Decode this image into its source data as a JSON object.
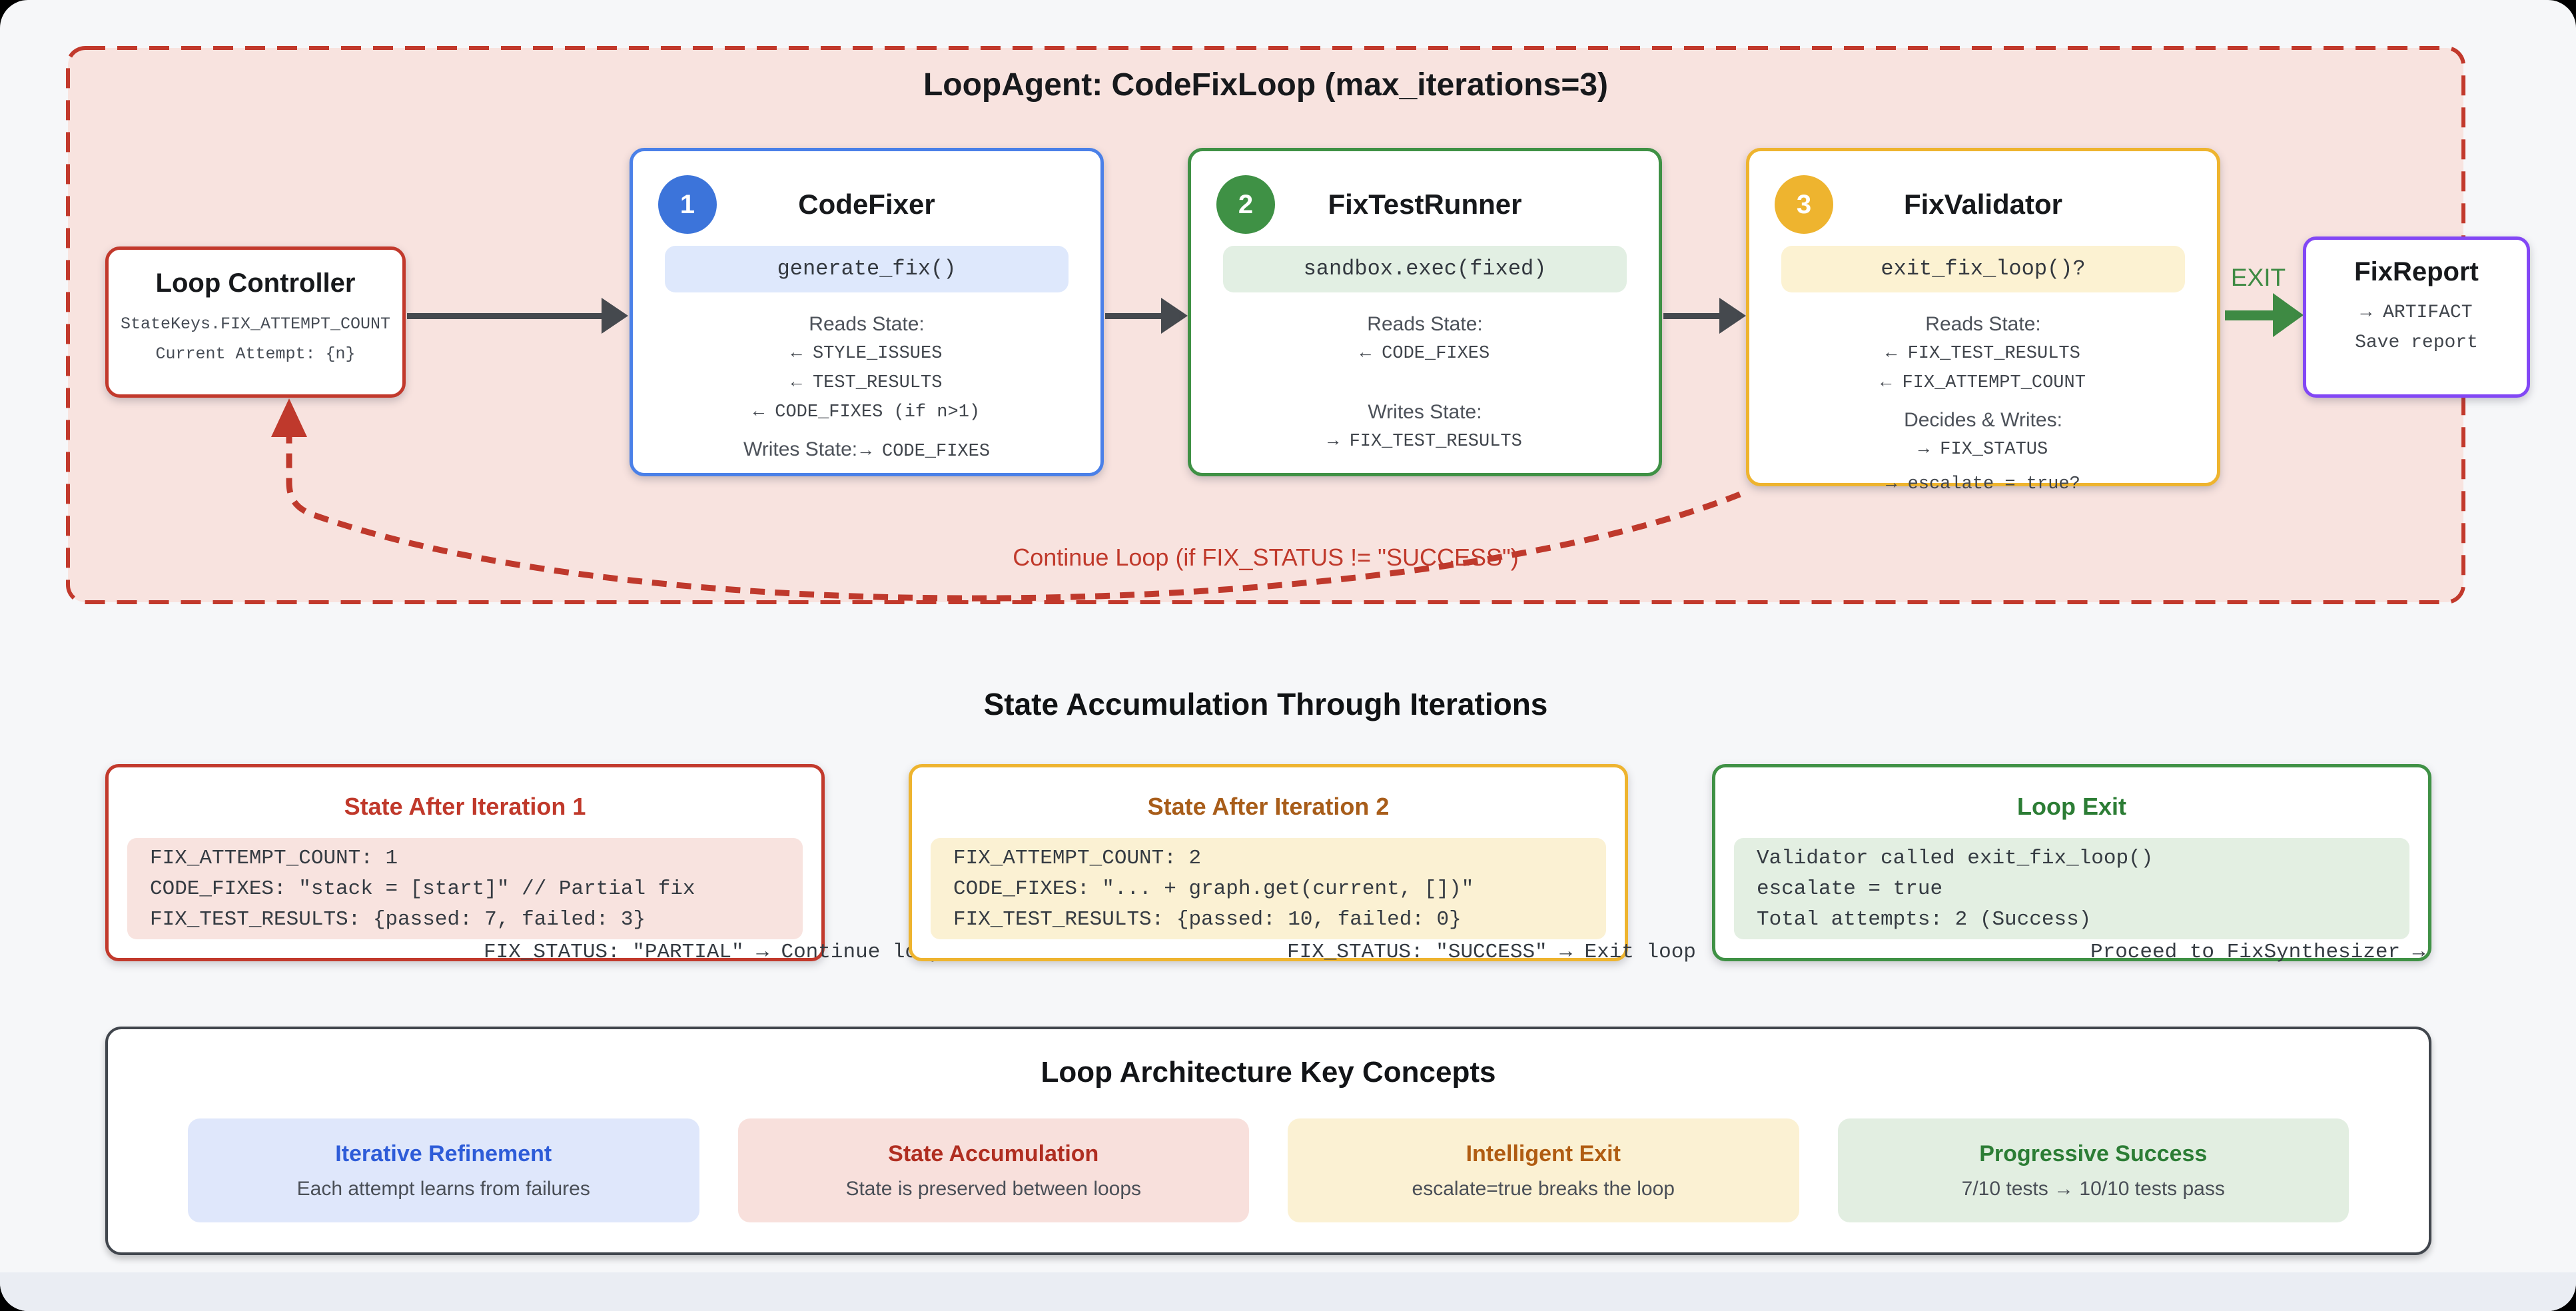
{
  "loop": {
    "title": "LoopAgent: CodeFixLoop (max_iterations=3)",
    "continue_label": "Continue Loop (if FIX_STATUS != \"SUCCESS\")",
    "exit_label": "EXIT",
    "colors": {
      "border": "#c2392c",
      "background": "#f8e3df"
    }
  },
  "loop_controller": {
    "title": "Loop Controller",
    "lines": [
      "StateKeys.FIX_ATTEMPT_COUNT",
      "Current Attempt: {n}"
    ]
  },
  "agents": [
    {
      "number": "1",
      "name": "CodeFixer",
      "method": "generate_fix()",
      "reads_heading": "Reads State:",
      "reads": [
        "← STYLE_ISSUES",
        "← TEST_RESULTS",
        "← CODE_FIXES (if n>1)"
      ],
      "writes_heading": "Writes State:",
      "writes_inline": "→ CODE_FIXES",
      "accent": "#4a80e8"
    },
    {
      "number": "2",
      "name": "FixTestRunner",
      "method": "sandbox.exec(fixed)",
      "reads_heading": "Reads State:",
      "reads": [
        "← CODE_FIXES"
      ],
      "writes_heading": "Writes State:",
      "writes": [
        "→ FIX_TEST_RESULTS"
      ],
      "accent": "#3f9145"
    },
    {
      "number": "3",
      "name": "FixValidator",
      "method": "exit_fix_loop()?",
      "reads_heading": "Reads State:",
      "reads": [
        "← FIX_TEST_RESULTS",
        "← FIX_ATTEMPT_COUNT"
      ],
      "writes_heading": "Decides & Writes:",
      "writes": [
        "→ FIX_STATUS",
        "→ escalate = true?"
      ],
      "accent": "#eeb42f"
    }
  ],
  "fix_report": {
    "title": "FixReport",
    "lines": [
      "→ ARTIFACT",
      "Save report"
    ]
  },
  "state_section": {
    "heading": "State Accumulation Through Iterations",
    "cards": [
      {
        "title": "State After Iteration 1",
        "code": [
          "FIX_ATTEMPT_COUNT: 1",
          "CODE_FIXES: \"stack = [start]\" // Partial fix",
          "FIX_TEST_RESULTS: {passed: 7, failed: 3}"
        ],
        "overflow": "FIX_STATUS: \"PARTIAL\" → Continue loop"
      },
      {
        "title": "State After Iteration 2",
        "code": [
          "FIX_ATTEMPT_COUNT: 2",
          "CODE_FIXES: \"... + graph.get(current, [])\"",
          "FIX_TEST_RESULTS: {passed: 10, failed: 0}"
        ],
        "overflow": "FIX_STATUS: \"SUCCESS\" → Exit loop"
      },
      {
        "title": "Loop Exit",
        "code": [
          "Validator called exit_fix_loop()",
          "escalate = true",
          "Total attempts: 2 (Success)"
        ],
        "overflow": "Proceed to FixSynthesizer →"
      }
    ]
  },
  "concepts": {
    "heading": "Loop Architecture Key Concepts",
    "items": [
      {
        "title": "Iterative Refinement",
        "desc": "Each attempt learns from failures"
      },
      {
        "title": "State Accumulation",
        "desc": "State is preserved between loops"
      },
      {
        "title": "Intelligent Exit",
        "desc": "escalate=true breaks the loop"
      },
      {
        "title": "Progressive Success",
        "desc": "7/10 tests → 10/10 tests pass"
      }
    ]
  }
}
